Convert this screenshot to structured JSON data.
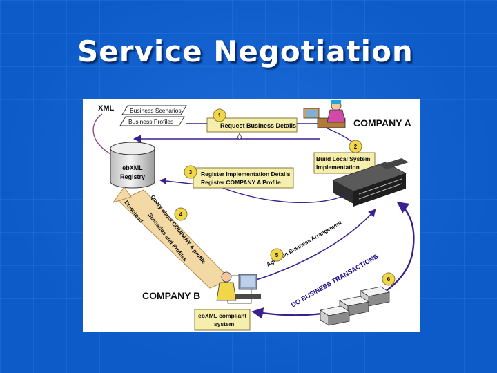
{
  "slide": {
    "title": "Service Negotiation"
  },
  "diagram": {
    "xml_label": "XML",
    "scenario_cards": [
      "Business Scenarios",
      "Business Profiles"
    ],
    "registry_label": [
      "ebXML",
      "Registry"
    ],
    "companies": {
      "a": "COMPANY A",
      "b": "COMPANY B"
    },
    "steps": [
      {
        "number": "1",
        "lines": [
          "Request Business Details"
        ]
      },
      {
        "number": "2",
        "lines": [
          "Build Local System",
          "Implementation"
        ]
      },
      {
        "number": "3",
        "lines": [
          "Register Implementation Details",
          "Register COMPANY A  Profile"
        ]
      },
      {
        "number": "4",
        "lines": []
      },
      {
        "number": "5",
        "lines": []
      },
      {
        "number": "6",
        "lines": []
      }
    ],
    "download_arrow": {
      "download": "Download",
      "scenarios_profiles": "Scenarios and Profiles",
      "query": "Query about COMPANY A profile"
    },
    "agree_label": "Agree on Business Arrangement",
    "transactions_label": "DO BUSINESS TRANSACTIONS",
    "compliant_box": [
      "ebXML compliant",
      "system"
    ]
  },
  "colors": {
    "background": "#0d5bc9",
    "step_box": "#f5eeac",
    "step_circle": "#f2d64a",
    "arrow_purple": "#3c1f8f",
    "arrow_band": "#f2d9a6",
    "registry_cylinder": "#d9d9d9"
  }
}
